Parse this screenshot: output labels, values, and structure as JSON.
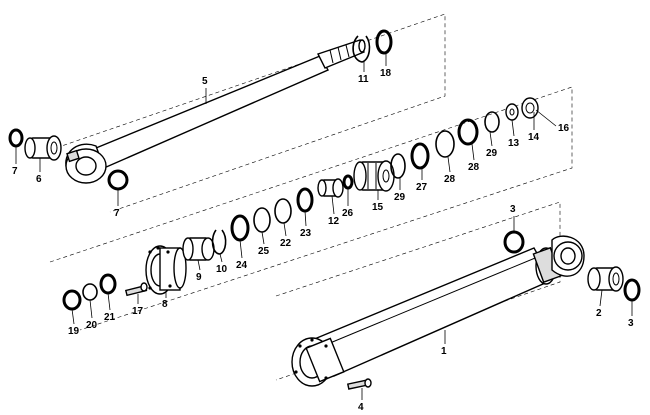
{
  "labels": {
    "l1": "1",
    "l2": "2",
    "l3a": "3",
    "l3b": "3",
    "l4": "4",
    "l5": "5",
    "l6": "6",
    "l7a": "7",
    "l7b": "7",
    "l8": "8",
    "l9": "9",
    "l10": "10",
    "l11": "11",
    "l12": "12",
    "l13": "13",
    "l14": "14",
    "l15": "15",
    "l16": "16",
    "l17": "17",
    "l18": "18",
    "l19": "19",
    "l20": "20",
    "l21": "21",
    "l22": "22",
    "l23": "23",
    "l24": "24",
    "l25": "25",
    "l26": "26",
    "l27": "27",
    "l28": "28",
    "l29a": "29",
    "l29b": "29"
  }
}
